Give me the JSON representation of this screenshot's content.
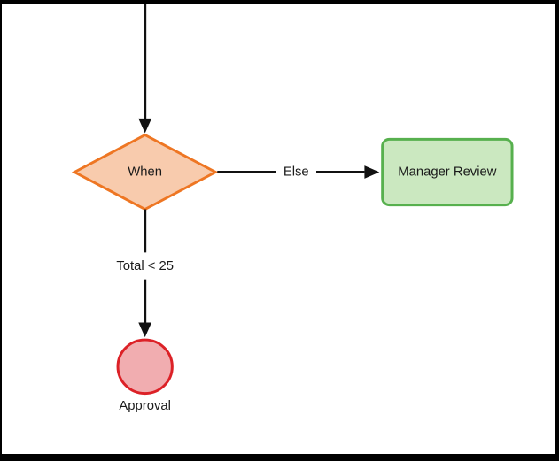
{
  "diagram": {
    "title": "approval-flowchart",
    "nodes": {
      "when": {
        "label": "When",
        "shape": "diamond",
        "fill": "#f8cbad",
        "stroke": "#ee7623"
      },
      "manager_review": {
        "label": "Manager Review",
        "shape": "rounded-rect",
        "fill": "#cbe8c0",
        "stroke": "#57b04e"
      },
      "approval": {
        "label": "Approval",
        "shape": "circle",
        "fill": "#f1adb0",
        "stroke": "#dc2127"
      }
    },
    "edges": {
      "incoming_top": {
        "label": ""
      },
      "else_branch": {
        "label": "Else"
      },
      "total_branch": {
        "label": "Total < 25"
      }
    },
    "line_color": "#111111",
    "text_color": "#1a1a1a",
    "frame_color": "#000000"
  }
}
